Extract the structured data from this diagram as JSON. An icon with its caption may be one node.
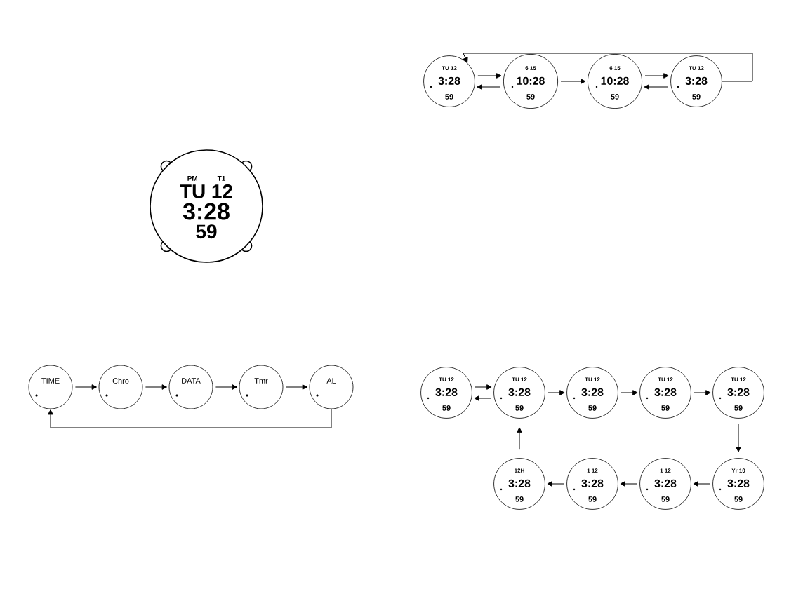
{
  "diagram": {
    "nodes": [
      {
        "text": [
          "PM",
          "T1",
          "TU 12",
          "3:28",
          "59"
        ]
      },
      {
        "text": [
          "TU 12",
          "3:28",
          "59"
        ]
      },
      {
        "text": [
          "6 15",
          "10:28",
          "59"
        ]
      },
      {
        "text": [
          "6 15",
          "10:28",
          "59"
        ]
      },
      {
        "text": [
          "TU 12",
          "3:28",
          "59"
        ]
      },
      {
        "text": [
          "TIME"
        ]
      },
      {
        "text": [
          "Chro"
        ]
      },
      {
        "text": [
          "DATA"
        ]
      },
      {
        "text": [
          "Tmr"
        ]
      },
      {
        "text": [
          "AL"
        ]
      },
      {
        "text": [
          "TU 12",
          "3:28",
          "59"
        ]
      },
      {
        "text": [
          "TU 12",
          "3:28",
          "59"
        ]
      },
      {
        "text": [
          "TU 12",
          "3:28",
          "59"
        ]
      },
      {
        "text": [
          "TU 12",
          "3:28",
          "59"
        ]
      },
      {
        "text": [
          "TU 12",
          "3:28",
          "59"
        ]
      },
      {
        "text": [
          "12H",
          "3:28",
          "59"
        ]
      },
      {
        "text": [
          "1 12",
          "3:28",
          "59"
        ]
      },
      {
        "text": [
          "1 12",
          "3:28",
          "59"
        ]
      },
      {
        "text": [
          "Yr 10",
          "3:28",
          "59"
        ]
      }
    ],
    "edges": [
      {
        "from": 1,
        "to": 2,
        "arrow": "to"
      },
      {
        "from": 2,
        "to": 1,
        "arrow": "to"
      },
      {
        "from": 2,
        "to": 3,
        "arrow": "to"
      },
      {
        "from": 3,
        "to": 4,
        "arrow": "to"
      },
      {
        "from": 4,
        "to": 3,
        "arrow": "to"
      },
      {
        "from": 4,
        "to": 1,
        "arrow": "to"
      },
      {
        "from": 5,
        "to": 6,
        "arrow": "to"
      },
      {
        "from": 6,
        "to": 7,
        "arrow": "to"
      },
      {
        "from": 7,
        "to": 8,
        "arrow": "to"
      },
      {
        "from": 8,
        "to": 9,
        "arrow": "to"
      },
      {
        "from": 9,
        "to": 5,
        "arrow": "to"
      },
      {
        "from": 11,
        "to": 10,
        "arrow": "to"
      },
      {
        "from": 10,
        "to": 11,
        "arrow": "to"
      },
      {
        "from": 11,
        "to": 12,
        "arrow": "to"
      },
      {
        "from": 12,
        "to": 13,
        "arrow": "to"
      },
      {
        "from": 13,
        "to": 14,
        "arrow": "to"
      },
      {
        "from": 14,
        "to": 18,
        "arrow": "to"
      },
      {
        "from": 18,
        "to": 17,
        "arrow": "to"
      },
      {
        "from": 17,
        "to": 16,
        "arrow": "to"
      },
      {
        "from": 16,
        "to": 15,
        "arrow": "to"
      },
      {
        "from": 15,
        "to": 11,
        "arrow": "to"
      }
    ]
  }
}
